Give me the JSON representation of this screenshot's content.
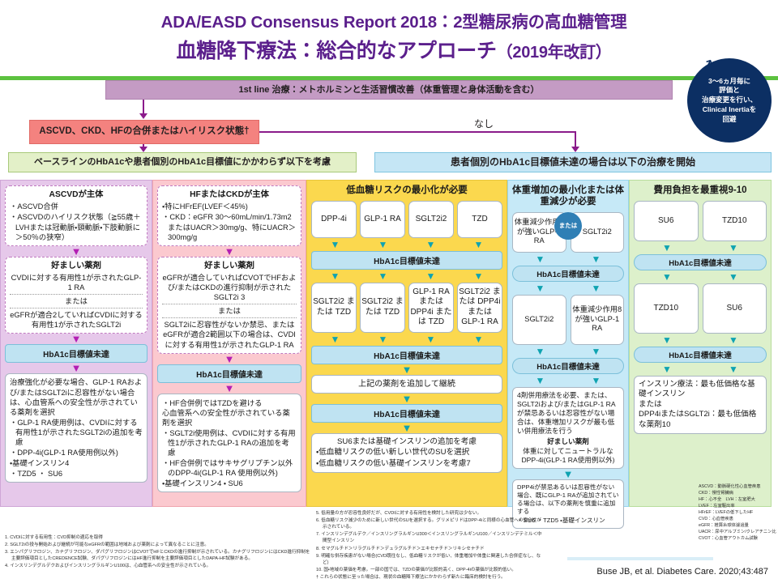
{
  "header": {
    "title_line1": "ADA/EASD Consensus Report 2018：2型糖尿病の高血糖管理",
    "title_line2": "血糖降下療法：総合的なアプローチ",
    "title_year": "（2019年改訂）",
    "inertia_badge": "3～6ヵ月毎に 評価と 治療変更を行い、 Clinical Inertiaを 回避",
    "arrow_icon": "↗"
  },
  "topflow": {
    "first_line": "1st line 治療：メトホルミンと生活習慣改善（体重管理と身体活動を含む）",
    "ascvd_condition": "ASCVD、CKD、HFの合併またはハイリスク状態†",
    "no_label": "なし",
    "consider_bar": "ベースラインのHbA1cや患者個別のHbA1c目標値にかかわらず以下を考慮",
    "start_bar": "患者個別のHbA1c目標値未達の場合は以下の治療を開始"
  },
  "hba1c_label": "HbA1c目標値未達",
  "columns": {
    "ascvd": {
      "title": "ASCVDが主体",
      "criteria": [
        "ASCVD合併",
        "ASCVDのハイリスク状態（≧55歳＋LVHまたは冠動脈・頸動脈・下肢動脈に＞50％の狭窄）"
      ],
      "preferred_head": "好ましい薬剤",
      "preferred_a": "CVDIに対する有用性1が示されたGLP-1 RA",
      "or": "または",
      "preferred_b": "eGFRが適合2していればCVDIに対する有用性1が示されたSGLT2i",
      "next_intro": "治療強化が必要な場合、GLP-1 RAおよび/またはSGLT2iに忍容性がない場合は、心血管系への安全性が示されている薬剤を選択",
      "next_items": [
        "GLP-1 RA使用例は、CVDIに対する有用性1が示されたSGLT2iの追加を考慮",
        "DPP-4i(GLP-1 RA使用例以外)",
        "基礎インスリン4",
        "TZD5 ・ SU6"
      ]
    },
    "hfckd": {
      "title": "HFまたはCKDが主体",
      "criteria": [
        "特にHFrEF(LVEF＜45%)",
        "CKD：eGFR 30～60mL/min/1.73m2 またはUACR＞30mg/g、特にUACR＞300mg/g"
      ],
      "preferred_head": "好ましい薬剤",
      "preferred_a": "eGFRが適合していればCVOTでHFおよび/またはCKDの進行抑制が示されたSGLT2i 3",
      "or": "または",
      "preferred_b": "SGLT2iに忍容性がないか禁忌、またはeGFRが適合2範囲以下の場合は、CVDIに対する有用性1が示されたGLP-1 RA",
      "next_items": [
        "HF合併例ではTZDを避ける",
        "SGLT2i使用例は、CVDIに対する有用性1が示されたGLP-1 RAの追加を考慮",
        "HF合併例ではサキサグリプチン以外のDPP-4i(GLP-1 RA 使用例以外)",
        "基礎インスリン4 ・ SU6"
      ],
      "next_note": "心血管系への安全性が示されている薬剤を選択"
    },
    "hypo": {
      "title": "低血糖リスクの最小化が必要",
      "tier1": [
        "DPP-4i",
        "GLP-1 RA",
        "SGLT2i2",
        "TZD"
      ],
      "tier2": [
        "SGLT2i2 または TZD",
        "SGLT2i2 または TZD",
        "GLP-1 RA または DPP4i または TZD",
        "SGLT2i2 または DPP4i または GLP-1 RA"
      ],
      "continue": "上記の薬剤を追加して継続",
      "final_head": "SU6または基礎インスリンの追加を考慮",
      "final_items": [
        "低血糖リスクの低い新しい世代のSUを選択",
        "低血糖リスクの低い基礎インスリンを考慮7"
      ]
    },
    "weight": {
      "title": "体重増加の最小化または体重減少が必要",
      "or_badge": "または",
      "tier1": [
        "体重減少作用8が強いGLP-1 RA",
        "SGLT2i2"
      ],
      "tier2": [
        "SGLT2i2",
        "体重減少作用8が強いGLP-1 RA"
      ],
      "tier3_intro": "4剤併用療法を必要、または、SGLT2iおよび/またはGLP-1 RAが禁忌あるいは忍容性がない場合は、体重増加リスクが最も低い併用療法を行う",
      "tier3_head": "好ましい薬剤",
      "tier3_body": "体重に対してニュートラルなDPP-4i(GLP-1 RA使用例以外)",
      "tier4": "DPP4iが禁忌あるいは忍容性がない場合、既にGLP-1 RAが追加されている場合は、以下の薬剤を慎重に追加する",
      "tier4_items": "・SU6 ・TZD5 ・基礎インスリン"
    },
    "cost": {
      "title": "費用負担を最重視9-10",
      "tier1": [
        "SU6",
        "TZD10"
      ],
      "tier2": [
        "TZD10",
        "SU6"
      ],
      "final_items": [
        "インスリン療法：最も低価格な基礎インスリン",
        "または",
        "DPP4iまたはSGLT2i：最も低価格な薬剤10"
      ]
    }
  },
  "footnotes": {
    "left": [
      "1. CVDIに対する有用性：CVD抑制の適応を取得",
      "2. SGLT2iの投与開始および継続が可能なeGFRの範囲は地域および薬剤によって異なることに注意。",
      "3. エンパグリフロジン、カナグリフロジン、ダパグリフロジンはCVOTでHFとCKDの進行抑制が示されている。カナグリフロジンにはCKD進行抑制を主要評価項目としたCREDENCE試験、ダパグリフロジンにはHF進行抑制を主要評価項目としたDAPA-HF試験がある。",
      "4. インスリンデグルデクおよびインスリングラルギンU100は、心血管系への安全性が示されている。"
    ],
    "mid": [
      "5. 低用量の方が忍容性良好だが、CVDIに対する有用性を検討した研究は少ない。",
      "6. 低血糖リスク減少のために新しい世代のSUを選択する。グリメピリドはDPP-4iと同様の心血管への安全性が示されている。",
      "7. インスリンデグルデク／インスリングラルギンU300＜インスリングラルギンU100／インスリンデテミル＜中間型インスリン",
      "8. セマグルチド＞リラグルチド＞デュラグルチド＞エキセナチド＞リキシセナチド",
      "9. 明確な併存疾患がない場合(CVD既往なし、低血糖リスクが低い、体重増加や体重に関連した合併症なし、など)",
      "10. 国・地域の薬価を考慮。一部の国では、TZDの薬価が比較的高く、DPP-4iの薬価が比較的低い。",
      "† これらの状態に至った場合は、現状の血糖降下療法にかかわらず新たに臨床的検討を行う。"
    ]
  },
  "abbreviations": [
    "ASCVD：動脈硬化性心血管疾患",
    "CKD：慢性腎臓病",
    "HF：心不全　LVH：左室肥大",
    "LVEF：左室駆出率",
    "HFrEF：LVEFの低下したHF",
    "CVD：心血管疾患",
    "eGFR：推算糸球体濾過量",
    "UACR：尿中アルブミン/クレアチニン比",
    "CVOT：心血管アウトカム試験"
  ],
  "citation": "Buse JB, et al. Diabetes Care. 2020;43:487"
}
